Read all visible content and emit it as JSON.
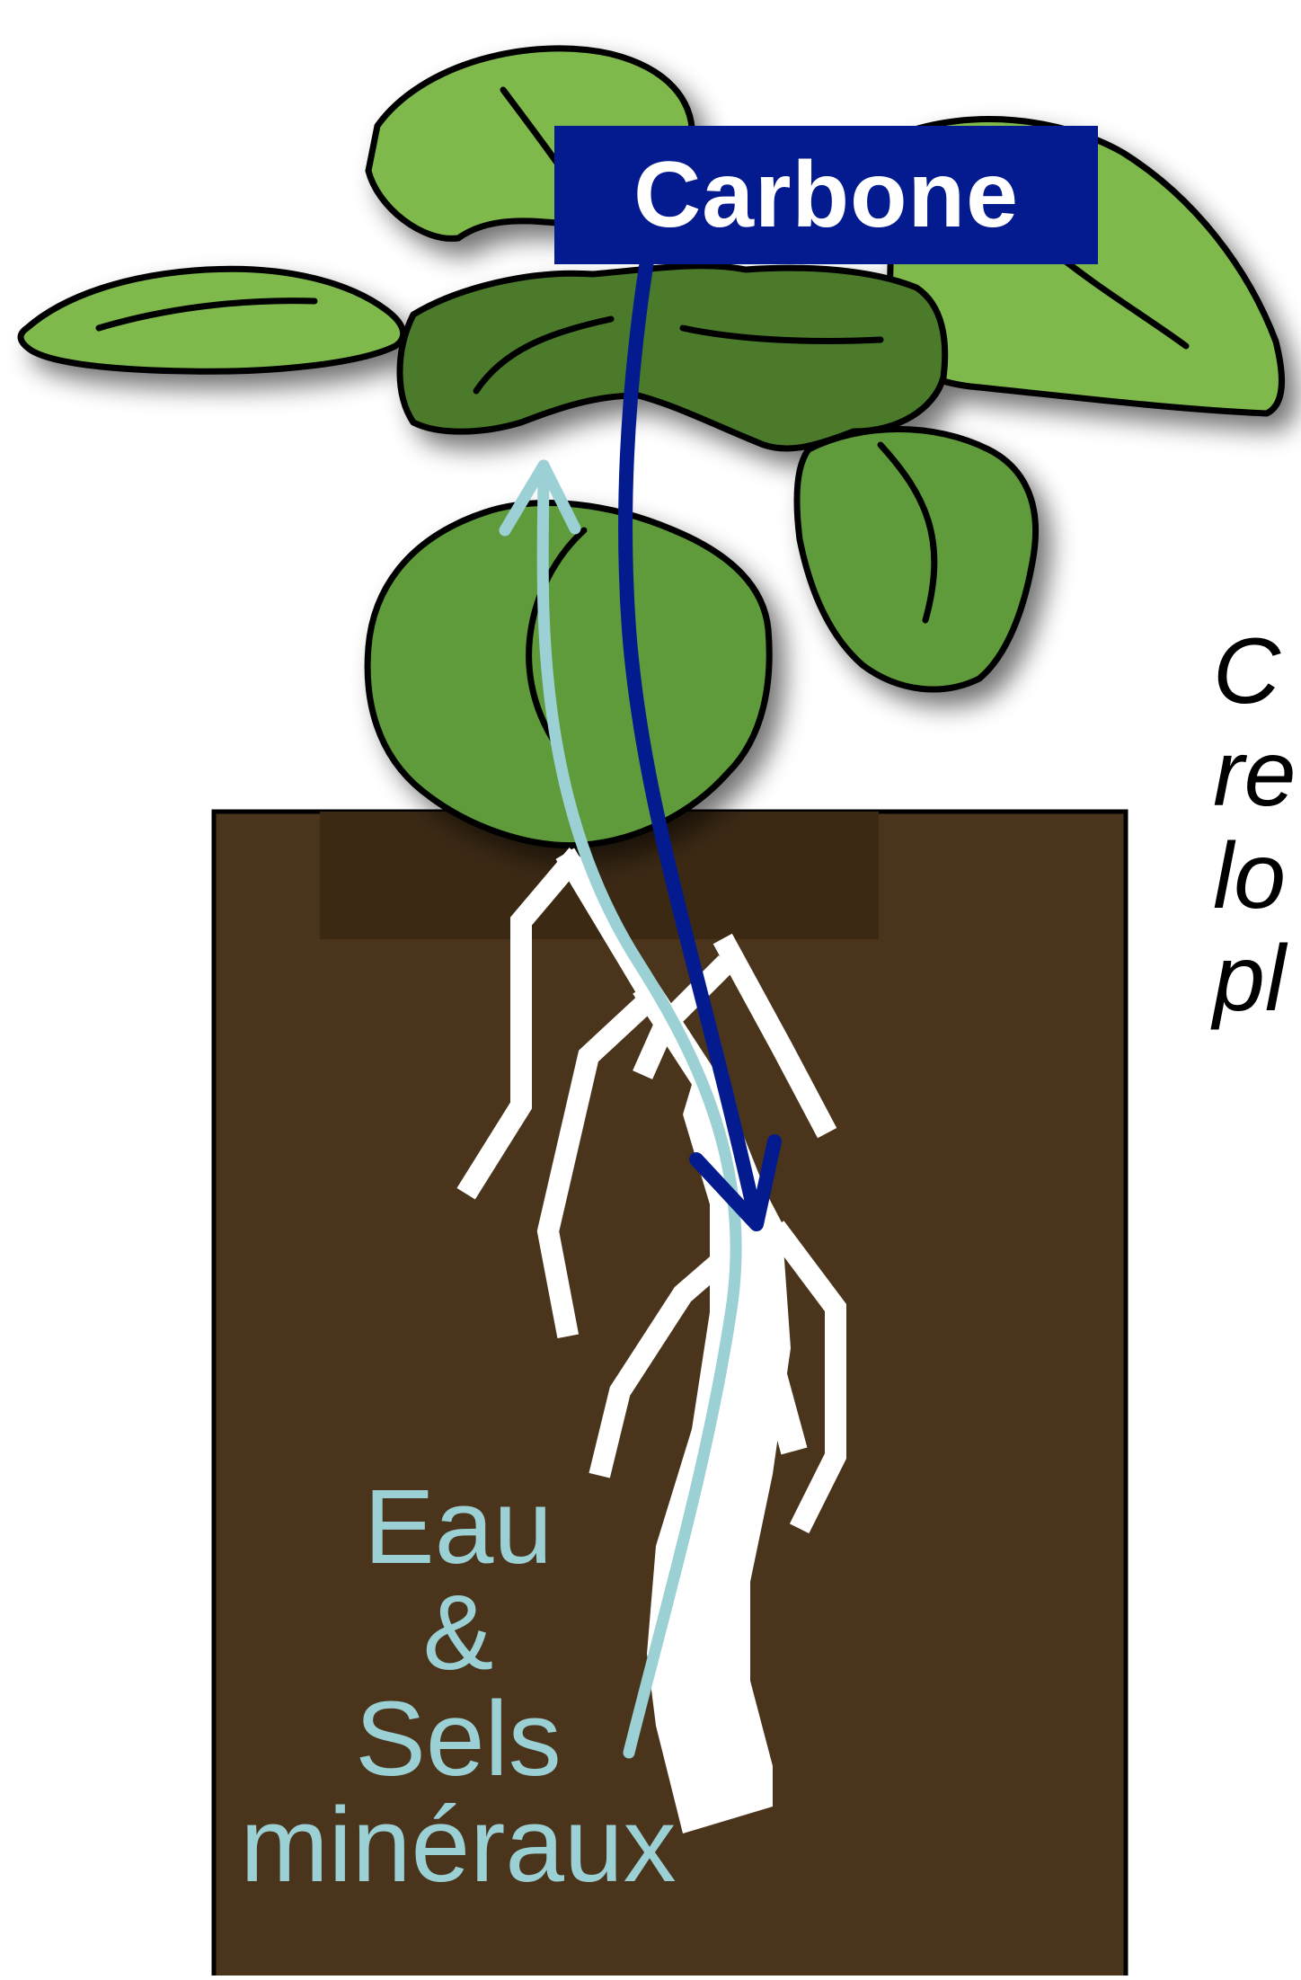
{
  "labels": {
    "carbon": "Carbone",
    "water_lines": [
      "Eau",
      "&",
      "Sels",
      "minéraux"
    ]
  },
  "side_text_lines": [
    "C",
    "re",
    "lo",
    "pl"
  ],
  "colors": {
    "soil": "#4a341c",
    "soil_shadow": "#3b2914",
    "leaf_light": "#7fb84c",
    "leaf_mid": "#5f9a3a",
    "leaf_dark": "#4b7a2c",
    "root": "#ffffff",
    "carbon_arrow": "#041a8f",
    "water_arrow": "#9bd0d5"
  }
}
